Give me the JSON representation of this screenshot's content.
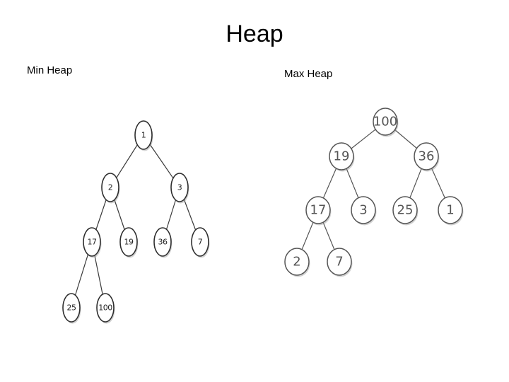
{
  "slide": {
    "title": "Heap"
  },
  "min_heap": {
    "caption": "Min Heap",
    "nodes": [
      {
        "id": "m1",
        "label": "1"
      },
      {
        "id": "m2",
        "label": "2"
      },
      {
        "id": "m3",
        "label": "3"
      },
      {
        "id": "m4",
        "label": "17"
      },
      {
        "id": "m5",
        "label": "19"
      },
      {
        "id": "m6",
        "label": "36"
      },
      {
        "id": "m7",
        "label": "7"
      },
      {
        "id": "m8",
        "label": "25"
      },
      {
        "id": "m9",
        "label": "100"
      }
    ],
    "edges": [
      [
        "m1",
        "m2"
      ],
      [
        "m1",
        "m3"
      ],
      [
        "m2",
        "m4"
      ],
      [
        "m2",
        "m5"
      ],
      [
        "m3",
        "m6"
      ],
      [
        "m3",
        "m7"
      ],
      [
        "m4",
        "m8"
      ],
      [
        "m4",
        "m9"
      ]
    ]
  },
  "max_heap": {
    "caption": "Max Heap",
    "nodes": [
      {
        "id": "x1",
        "label": "100"
      },
      {
        "id": "x2",
        "label": "19"
      },
      {
        "id": "x3",
        "label": "36"
      },
      {
        "id": "x4",
        "label": "17"
      },
      {
        "id": "x5",
        "label": "3"
      },
      {
        "id": "x6",
        "label": "25"
      },
      {
        "id": "x7",
        "label": "1"
      },
      {
        "id": "x8",
        "label": "2"
      },
      {
        "id": "x9",
        "label": "7"
      }
    ],
    "edges": [
      [
        "x1",
        "x2"
      ],
      [
        "x1",
        "x3"
      ],
      [
        "x2",
        "x4"
      ],
      [
        "x2",
        "x5"
      ],
      [
        "x3",
        "x6"
      ],
      [
        "x3",
        "x7"
      ],
      [
        "x4",
        "x8"
      ],
      [
        "x4",
        "x9"
      ]
    ]
  }
}
